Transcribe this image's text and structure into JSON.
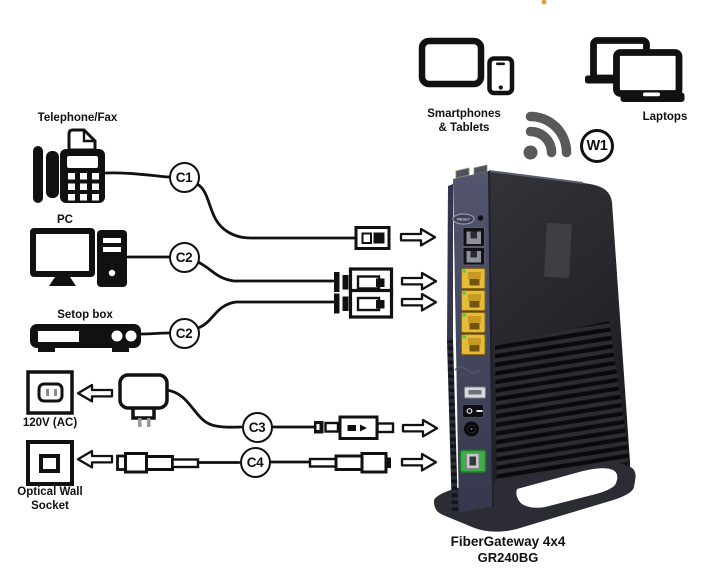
{
  "diagram": {
    "devices": {
      "telephone_fax_label": "Telephone/Fax",
      "pc_label": "PC",
      "setop_box_label": "Setop box",
      "ac_outlet_label": "120V (AC)",
      "optical_socket_label_1": "Optical Wall",
      "optical_socket_label_2": "Socket",
      "smartphones_label_1": "Smartphones",
      "smartphones_label_2": "& Tablets",
      "laptops_label": "Laptops"
    },
    "connections": {
      "c1": "C1",
      "c2_pc": "C2",
      "c2_setopbox": "C2",
      "c3": "C3",
      "c4": "C4",
      "w1": "W1"
    },
    "router": {
      "model_line_1": "FiberGateway 4x4",
      "model_line_2": "GR240BG",
      "reset_label": "RESET"
    },
    "colors": {
      "line_black": "#111111",
      "wifi_gray": "#58595b",
      "router_panel_navy": "#43455e",
      "router_body_dark": "#26262b",
      "lan_port_yellow": "#e6bb37",
      "fiber_port_green": "#3fae4a",
      "led_green": "#43d14f",
      "usb_silver": "#d8d9dd"
    }
  }
}
